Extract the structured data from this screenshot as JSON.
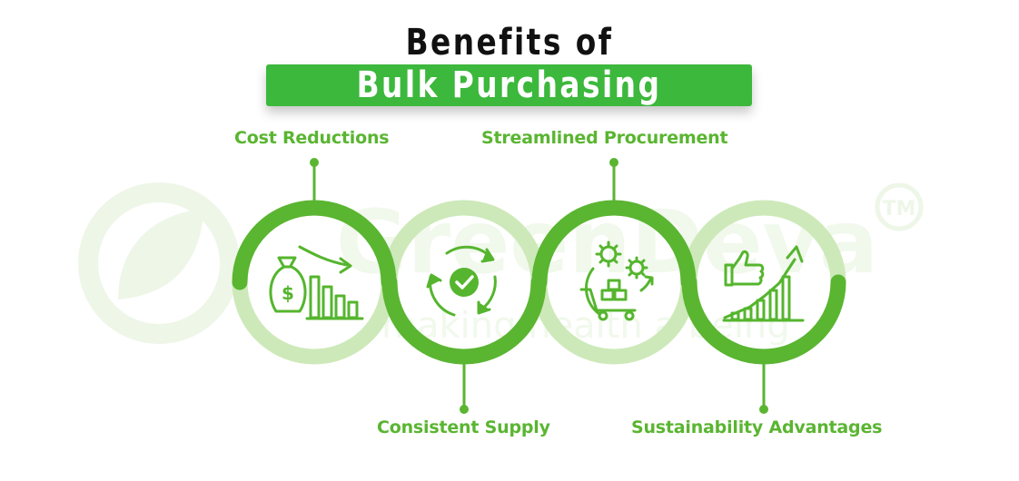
{
  "title": {
    "line1": "Benefits of",
    "line2": "Bulk Purchasing"
  },
  "benefits": [
    {
      "label": "Cost Reductions",
      "icon": "money-bag-declining-chart-icon"
    },
    {
      "label": "Consistent Supply",
      "icon": "cycle-check-icon"
    },
    {
      "label": "Streamlined Procurement",
      "icon": "gears-cart-icon"
    },
    {
      "label": "Sustainability Advantages",
      "icon": "thumbs-up-growth-chart-icon"
    }
  ],
  "watermark": {
    "name": "GreenDeva",
    "tagline": "making health a being",
    "trademark": "TM"
  },
  "colors": {
    "accent_green": "#3cb83c",
    "ring_dark": "#5ab531",
    "ring_light": "#c9e8b6",
    "label_green": "#5ab531",
    "watermark": "#eef7e8"
  }
}
